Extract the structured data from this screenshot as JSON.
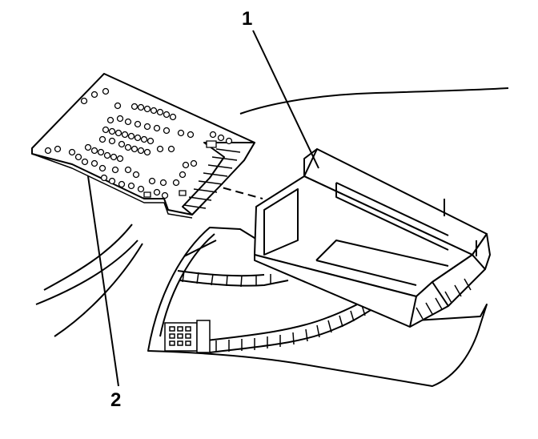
{
  "figure": {
    "callouts": [
      {
        "id": "1",
        "label": "1"
      },
      {
        "id": "2",
        "label": "2"
      }
    ]
  },
  "colors": {
    "ink": "#000000",
    "paper": "#ffffff",
    "hatch": "#000000"
  }
}
